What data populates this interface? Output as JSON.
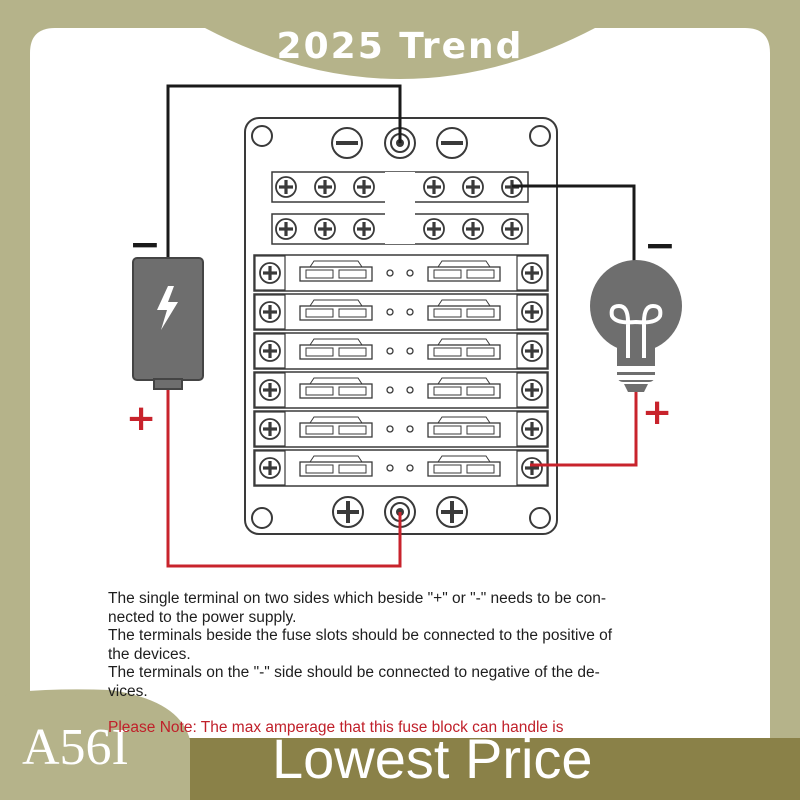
{
  "banner": {
    "trend": "2025 Trend",
    "code": "A56I",
    "price": "Lowest Price"
  },
  "diagram": {
    "battery_minus": "−",
    "battery_plus": "+",
    "bulb_minus": "−",
    "bulb_plus": "+",
    "fuse_rows": 6,
    "colors": {
      "positive_wire": "#c8232c",
      "negative_wire": "#1a1a1a",
      "device_gray": "#6e6e6e",
      "background": "#b5b38a"
    },
    "icons": [
      "battery-icon",
      "lightning-icon",
      "light-bulb-icon"
    ]
  },
  "description": {
    "lines": [
      "The single terminal on two sides which beside \"+\" or \"-\" needs to be con-",
      "nected to the power supply.",
      "The terminals beside the fuse slots should be connected to the positive of",
      "the devices.",
      "The terminals on the \"-\" side should be connected to negative of the de-",
      "vices."
    ],
    "note": "Please Note: The max amperage that this fuse block can handle is"
  }
}
